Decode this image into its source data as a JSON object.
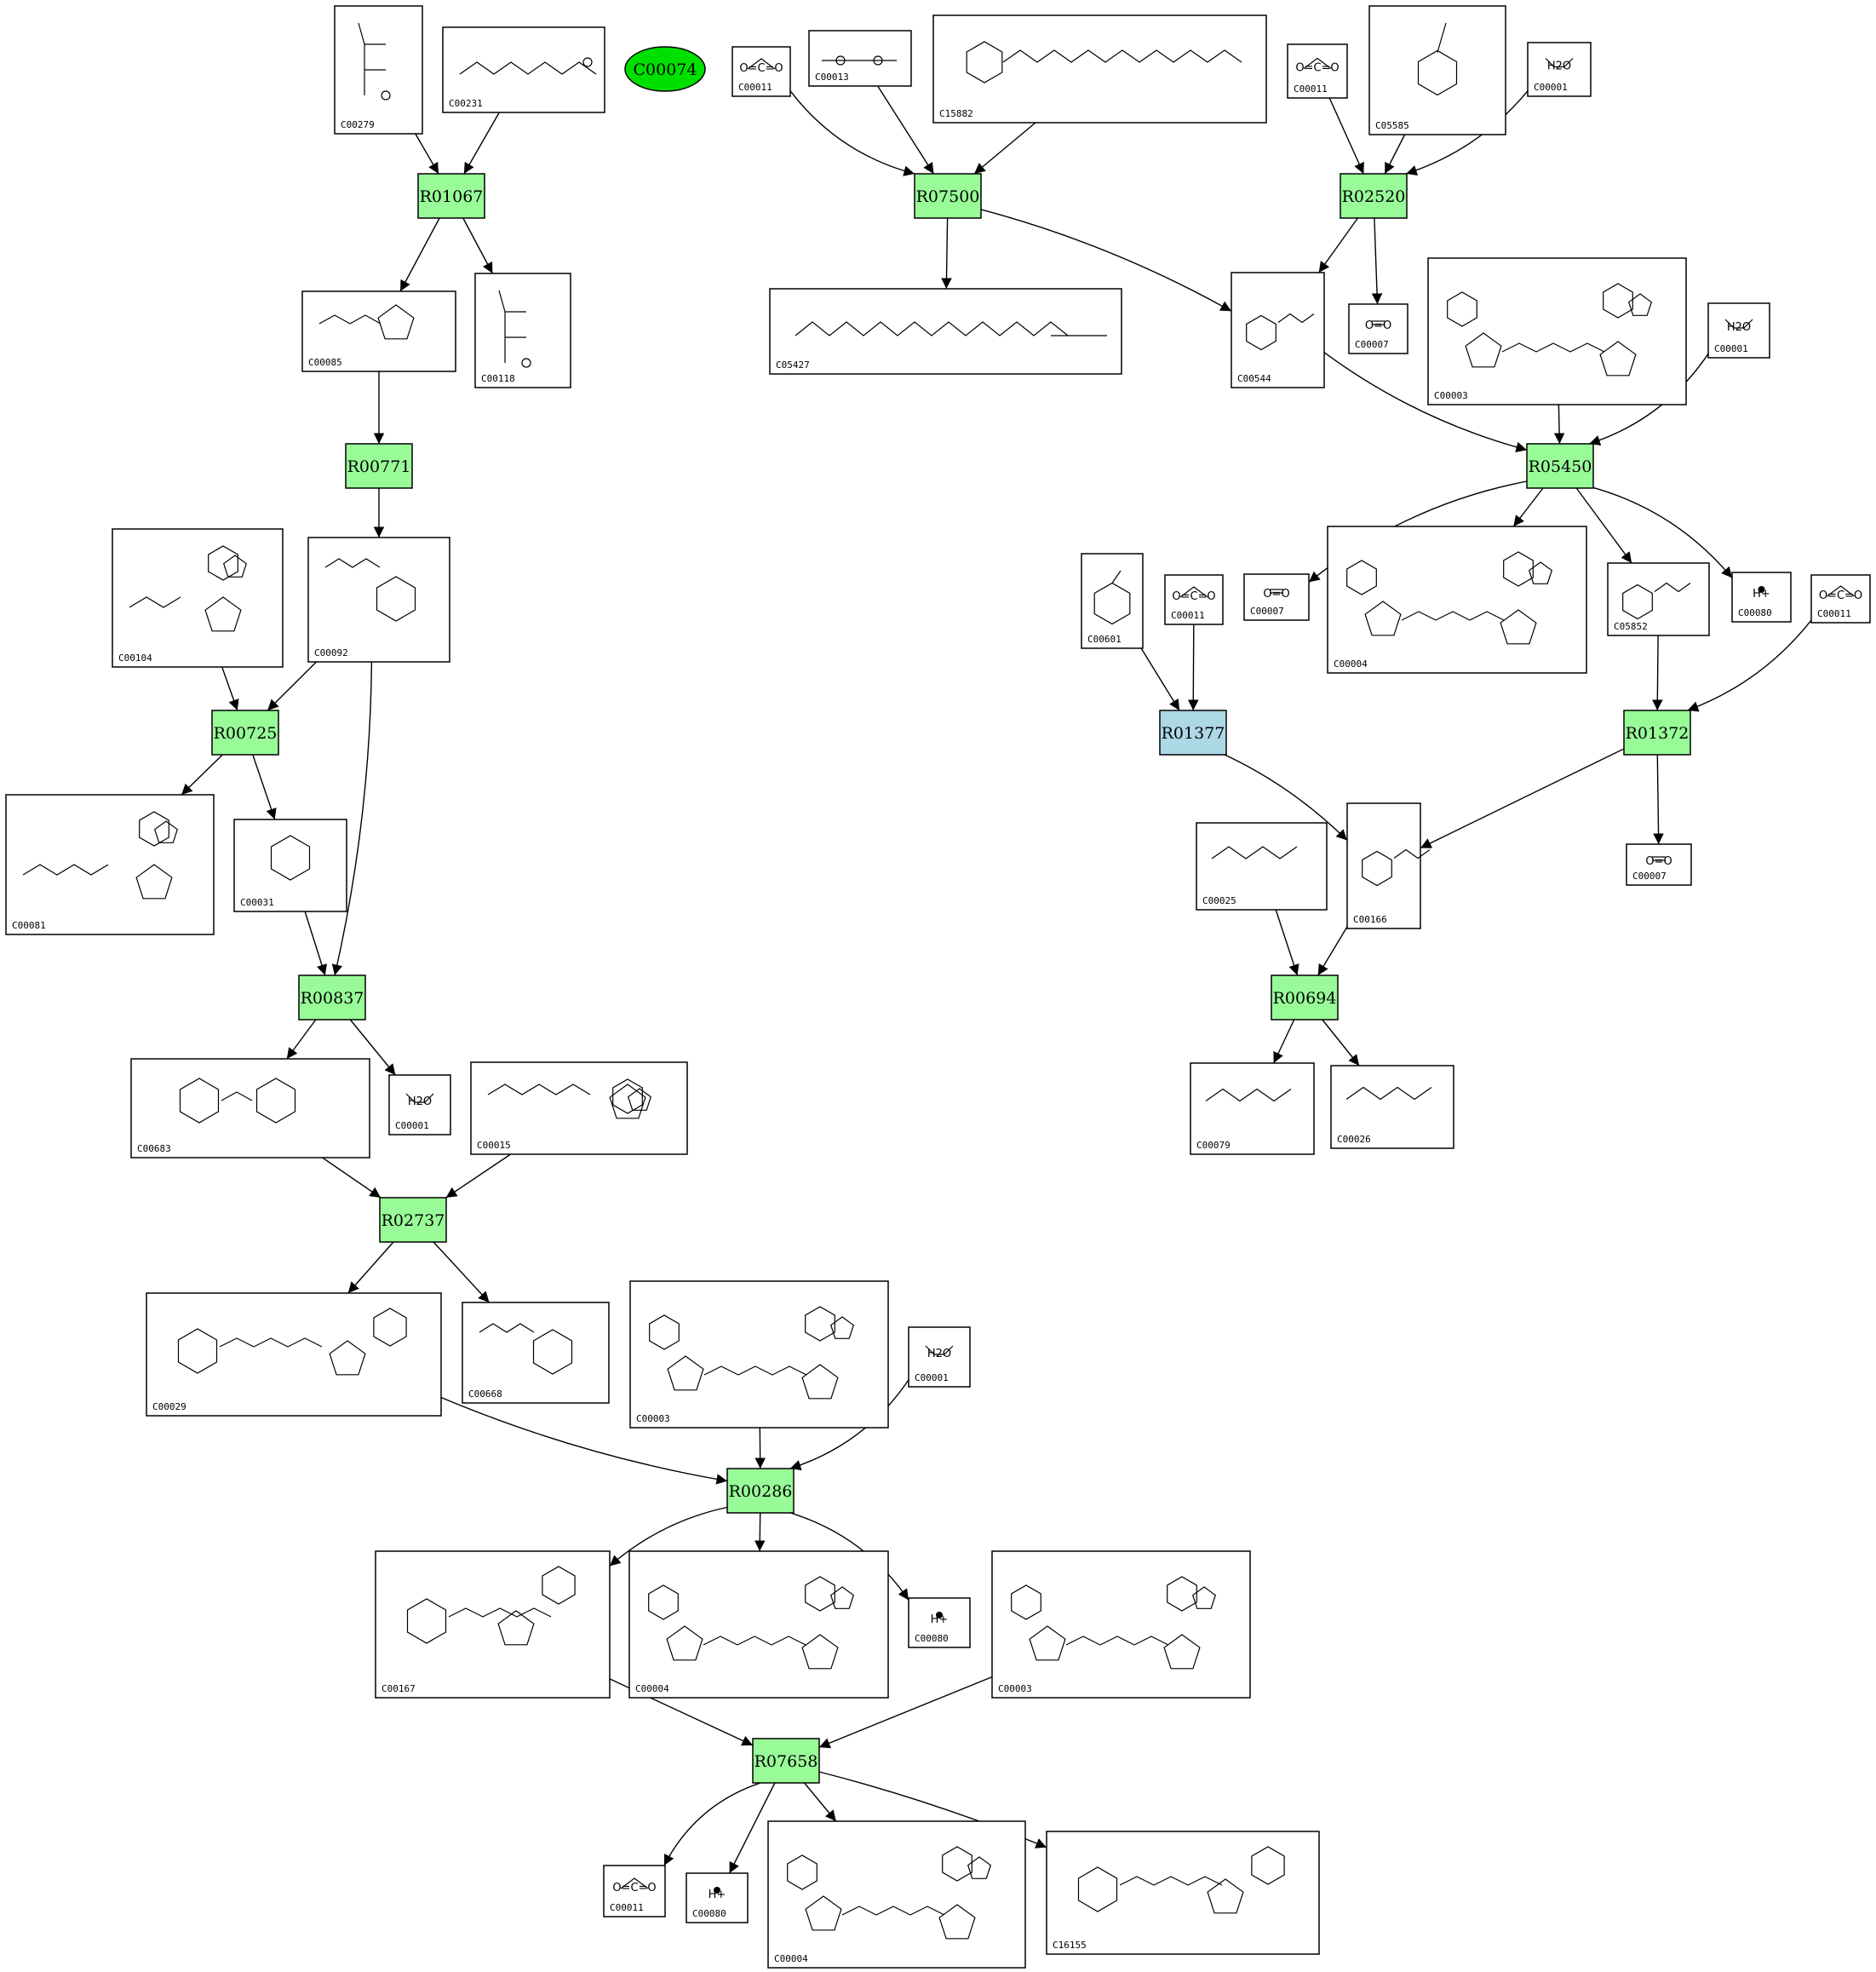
{
  "colors": {
    "reaction": "#98fb98",
    "reaction_alt": "#add8e6",
    "compound_start": "#00e000"
  },
  "start_compound": "C00074",
  "reactions": [
    {
      "id": "R01067",
      "color": "#98fb98"
    },
    {
      "id": "R00771",
      "color": "#98fb98"
    },
    {
      "id": "R00725",
      "color": "#98fb98"
    },
    {
      "id": "R00837",
      "color": "#98fb98"
    },
    {
      "id": "R02737",
      "color": "#98fb98"
    },
    {
      "id": "R00286",
      "color": "#98fb98"
    },
    {
      "id": "R07658",
      "color": "#98fb98"
    },
    {
      "id": "R07500",
      "color": "#98fb98"
    },
    {
      "id": "R02520",
      "color": "#98fb98"
    },
    {
      "id": "R05450",
      "color": "#98fb98"
    },
    {
      "id": "R01377",
      "color": "#add8e6"
    },
    {
      "id": "R01372",
      "color": "#98fb98"
    },
    {
      "id": "R00694",
      "color": "#98fb98"
    }
  ],
  "compounds": [
    {
      "id": "C00279",
      "formula": ""
    },
    {
      "id": "C00231",
      "formula": ""
    },
    {
      "id": "C00085",
      "formula": ""
    },
    {
      "id": "C00118",
      "formula": ""
    },
    {
      "id": "C00092",
      "formula": ""
    },
    {
      "id": "C00104",
      "formula": ""
    },
    {
      "id": "C00081",
      "formula": ""
    },
    {
      "id": "C00031",
      "formula": ""
    },
    {
      "id": "C00683",
      "formula": ""
    },
    {
      "id": "C00001",
      "formula": "H2O"
    },
    {
      "id": "C00015",
      "formula": ""
    },
    {
      "id": "C00029",
      "formula": ""
    },
    {
      "id": "C00668",
      "formula": ""
    },
    {
      "id": "C00003",
      "formula": ""
    },
    {
      "id": "C00001",
      "formula": "H2O"
    },
    {
      "id": "C00167",
      "formula": ""
    },
    {
      "id": "C00004",
      "formula": ""
    },
    {
      "id": "C00080",
      "formula": "H+"
    },
    {
      "id": "C00003",
      "formula": ""
    },
    {
      "id": "C00011",
      "formula": "O=C=O"
    },
    {
      "id": "C00080",
      "formula": "H+"
    },
    {
      "id": "C00004",
      "formula": ""
    },
    {
      "id": "C16155",
      "formula": ""
    },
    {
      "id": "C00011",
      "formula": "O=C=O"
    },
    {
      "id": "C00013",
      "formula": ""
    },
    {
      "id": "C15882",
      "formula": ""
    },
    {
      "id": "C05427",
      "formula": ""
    },
    {
      "id": "C00011",
      "formula": "O=C=O"
    },
    {
      "id": "C05585",
      "formula": ""
    },
    {
      "id": "C00001",
      "formula": "H2O"
    },
    {
      "id": "C00544",
      "formula": ""
    },
    {
      "id": "C00007",
      "formula": "O=O"
    },
    {
      "id": "C00003",
      "formula": ""
    },
    {
      "id": "C00001",
      "formula": "H2O"
    },
    {
      "id": "C00007",
      "formula": "O=O"
    },
    {
      "id": "C00004",
      "formula": ""
    },
    {
      "id": "C05852",
      "formula": ""
    },
    {
      "id": "C00080",
      "formula": "H+"
    },
    {
      "id": "C00011",
      "formula": "O=C=O"
    },
    {
      "id": "C00601",
      "formula": ""
    },
    {
      "id": "C00011",
      "formula": "O=C=O"
    },
    {
      "id": "C00025",
      "formula": ""
    },
    {
      "id": "C00166",
      "formula": ""
    },
    {
      "id": "C00007",
      "formula": "O=O"
    },
    {
      "id": "C00079",
      "formula": ""
    },
    {
      "id": "C00026",
      "formula": ""
    }
  ]
}
